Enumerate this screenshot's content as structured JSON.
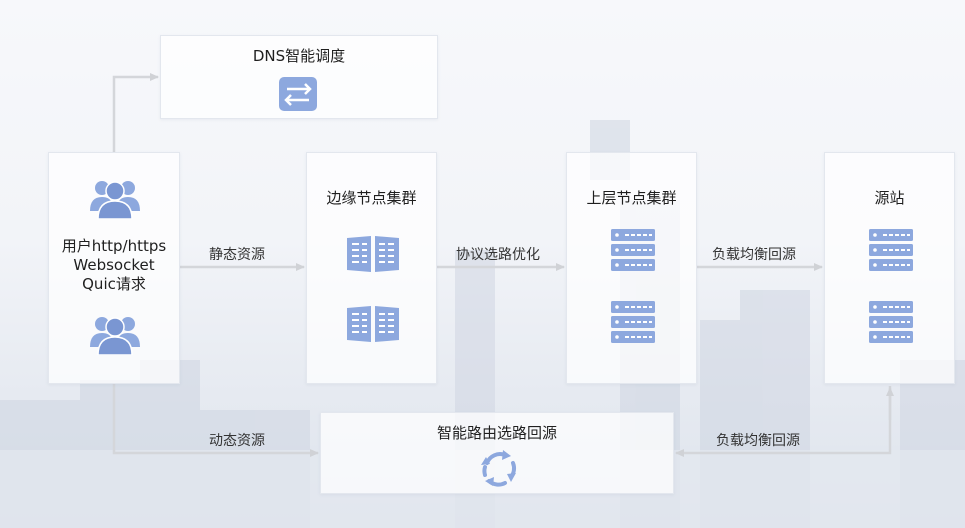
{
  "dns_box": {
    "title": "DNS智能调度",
    "icon": "dns-switch-icon"
  },
  "user_box": {
    "lines": [
      "用户http/https",
      "Websocket",
      "Quic请求"
    ],
    "icon": "users-icon"
  },
  "edge_box": {
    "title": "边缘节点集群",
    "icon": "book-panel-icon"
  },
  "upper_box": {
    "title": "上层节点集群",
    "icon": "server-icon"
  },
  "origin_box": {
    "title": "源站",
    "icon": "server-icon"
  },
  "smart_box": {
    "title": "智能路由选路回源",
    "icon": "refresh-cycle-icon"
  },
  "links": {
    "static": "静态资源",
    "protocol": "协议选路优化",
    "lb_top": "负载均衡回源",
    "dynamic": "动态资源",
    "lb_bottom": "负载均衡回源"
  },
  "colors": {
    "icon": "#8da8de",
    "icon_dark": "#7a96d2",
    "line": "#d4d6da",
    "box_border": "#e3e7ee"
  }
}
